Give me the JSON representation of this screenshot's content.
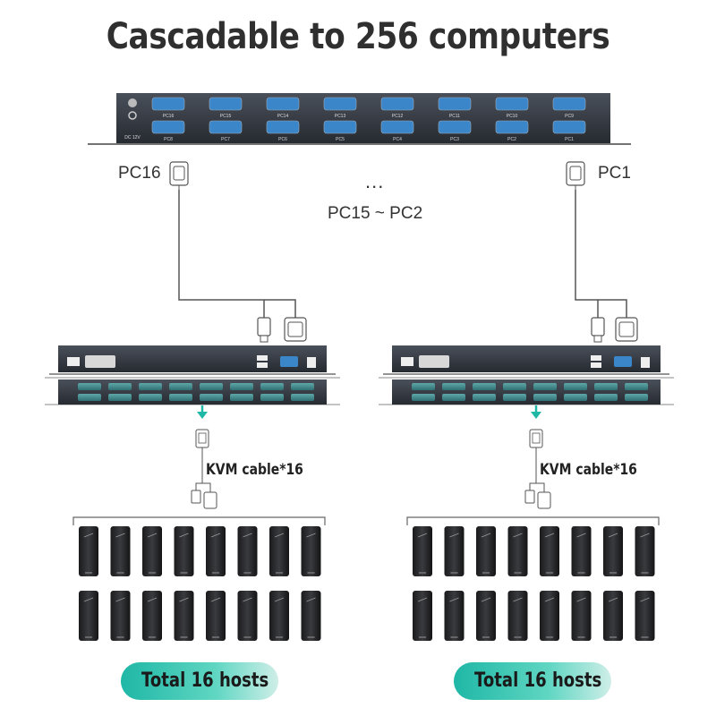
{
  "title": "Cascadable to 256 computers",
  "main_switch": {
    "power_label": "DC 12V",
    "top_ports": [
      "PC16",
      "PC15",
      "PC14",
      "PC13",
      "PC12",
      "PC11",
      "PC10",
      "PC9"
    ],
    "bottom_ports": [
      "PC8",
      "PC7",
      "PC6",
      "PC5",
      "PC4",
      "PC3",
      "PC2",
      "PC1"
    ]
  },
  "labels": {
    "pc_left": "PC16",
    "pc_right": "PC1",
    "ellipsis": "...",
    "pc_range": "PC15 ~ PC2"
  },
  "groups": [
    {
      "cable_label": "KVM cable*16",
      "hosts_label": "Total 16 hosts"
    },
    {
      "cable_label": "KVM cable*16",
      "hosts_label": "Total 16 hosts"
    }
  ],
  "colors": {
    "accent": "#1fb7a6",
    "device": "#2f3540",
    "port": "#3a86c8"
  }
}
